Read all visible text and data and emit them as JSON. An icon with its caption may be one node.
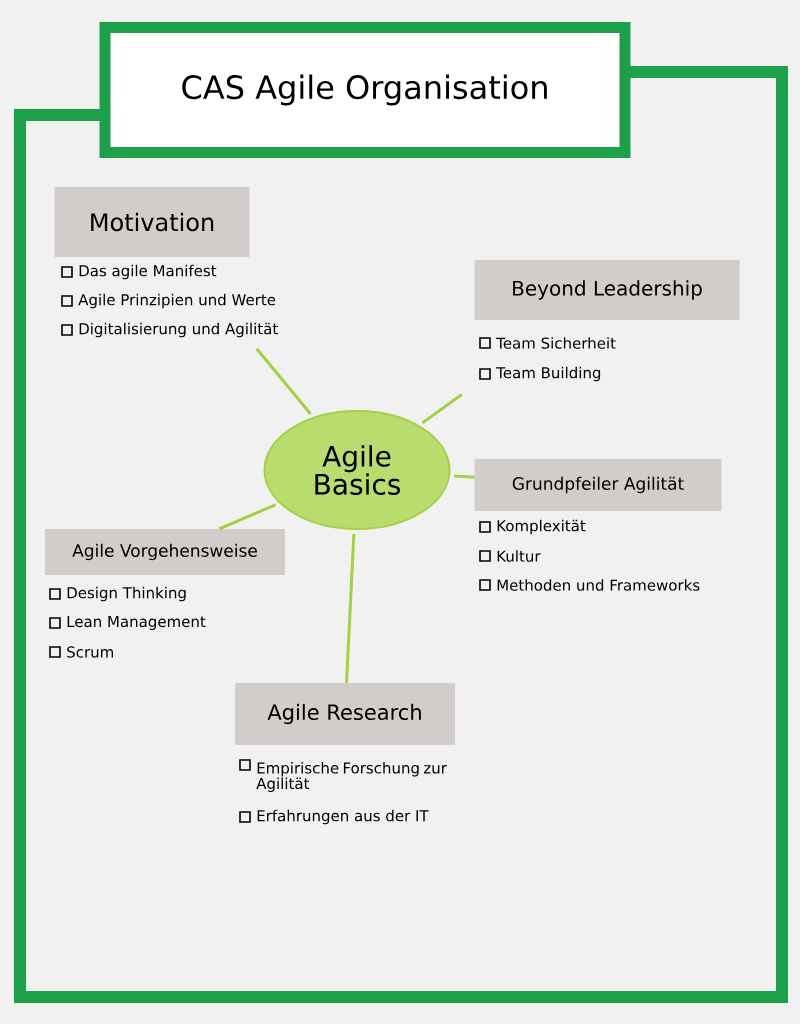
{
  "diagram": {
    "nodes": [
      {
        "text": [
          "CAS Agile Organisation"
        ]
      },
      {
        "text": [
          "Agile Basics"
        ]
      },
      {
        "text": [
          "Motivation"
        ],
        "beside": [
          "Das agile Manifest",
          "Agile Prinzipien und Werte",
          "Digitalisierung und Agilität"
        ]
      },
      {
        "text": [
          "Beyond Leadership"
        ],
        "beside": [
          "Team Sicherheit",
          "Team Building"
        ]
      },
      {
        "text": [
          "Grundpfeiler Agilität"
        ],
        "beside": [
          "Komplexität",
          "Kultur",
          "Methoden und Frameworks"
        ]
      },
      {
        "text": [
          "Agile Vorgehensweise"
        ],
        "beside": [
          "Design Thinking",
          "Lean Management",
          "Scrum"
        ]
      },
      {
        "text": [
          "Agile Research"
        ],
        "beside": [
          "Empirische Forschung zur Agilität",
          "Erfahrungen aus der IT"
        ]
      }
    ],
    "edges": [
      {
        "from": 1,
        "to": 2,
        "arrow": "none"
      },
      {
        "from": 1,
        "to": 3,
        "arrow": "none"
      },
      {
        "from": 1,
        "to": 4,
        "arrow": "none"
      },
      {
        "from": 1,
        "to": 5,
        "arrow": "none"
      },
      {
        "from": 1,
        "to": 6,
        "arrow": "none"
      }
    ]
  }
}
